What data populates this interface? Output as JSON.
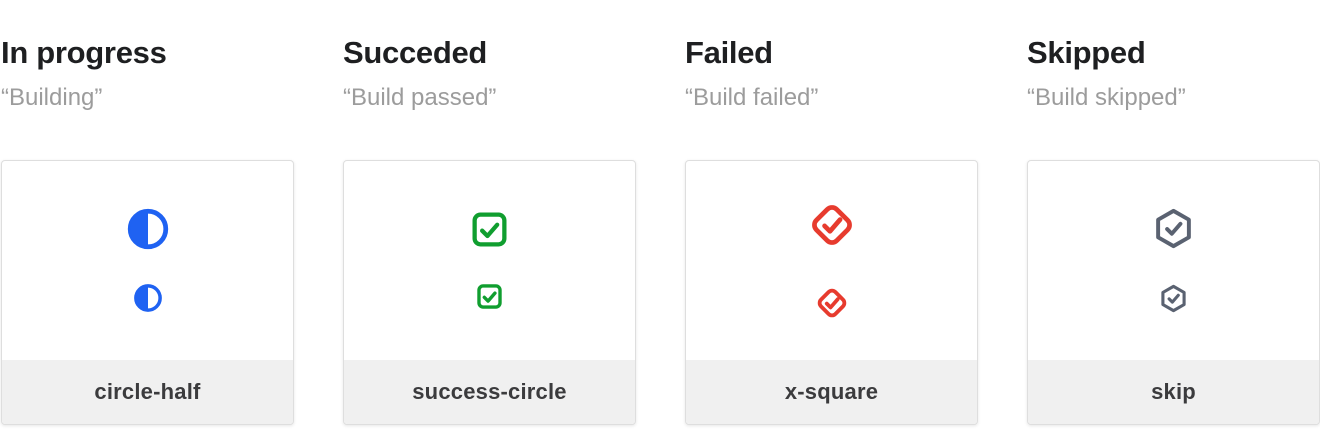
{
  "colors": {
    "in_progress": "#1f62f2",
    "succeeded": "#109e2f",
    "failed": "#e73b2e",
    "skipped": "#5a6271",
    "title_text": "#1e1f21",
    "subtitle_text": "#9c9c9c",
    "label_text": "#3b3b3d",
    "card_footer_bg": "#f0f0f0",
    "card_border": "#dedede"
  },
  "columns": [
    {
      "title": "In progress",
      "subtitle": "“Building”",
      "icon": "circle-half-icon",
      "label": "circle-half"
    },
    {
      "title": "Succeded",
      "subtitle": "“Build passed”",
      "icon": "check-square-icon",
      "label": "success-circle"
    },
    {
      "title": "Failed",
      "subtitle": "“Build failed”",
      "icon": "check-diamond-icon",
      "label": "x-square"
    },
    {
      "title": "Skipped",
      "subtitle": "“Build skipped”",
      "icon": "check-hexagon-icon",
      "label": "skip"
    }
  ]
}
